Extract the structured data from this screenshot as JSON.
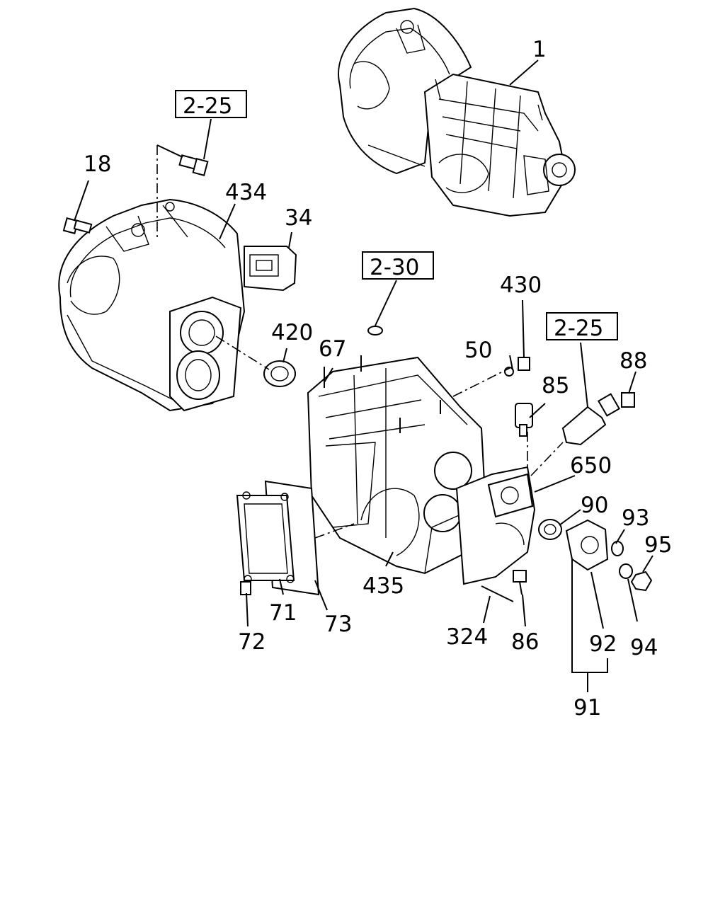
{
  "references": [
    "2-25",
    "2-30",
    "2-25"
  ],
  "part_labels": {
    "p1": "1",
    "p18": "18",
    "p434": "434",
    "p34": "34",
    "p420": "420",
    "p67": "67",
    "p50": "50",
    "p430": "430",
    "p85": "85",
    "p88": "88",
    "p650": "650",
    "p90": "90",
    "p93": "93",
    "p95": "95",
    "p435": "435",
    "p71": "71",
    "p72": "72",
    "p73": "73",
    "p324": "324",
    "p86": "86",
    "p92": "92",
    "p94": "94",
    "p91": "91"
  }
}
